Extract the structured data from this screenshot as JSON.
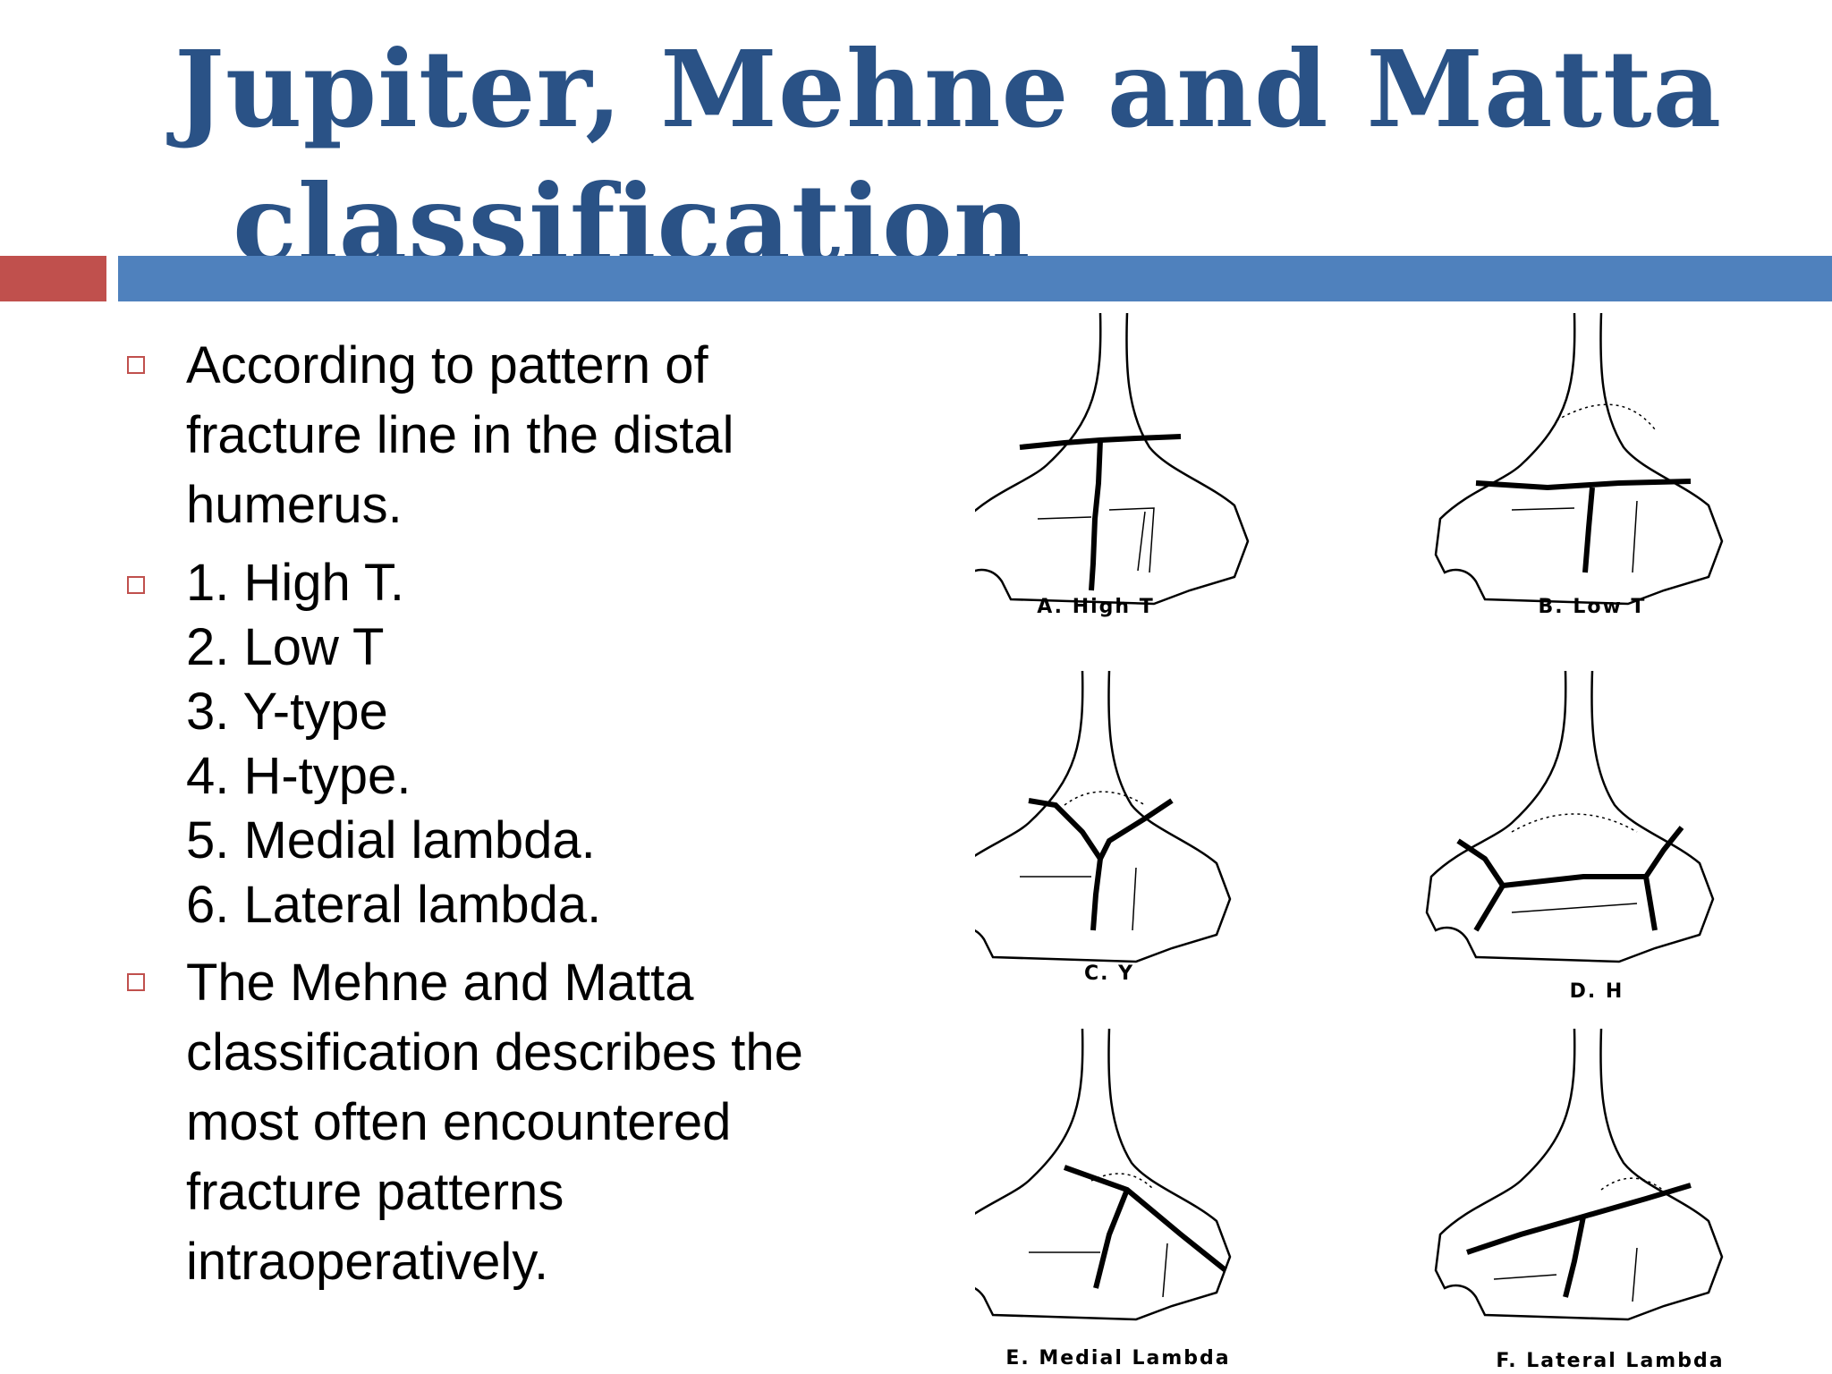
{
  "title": {
    "line1": "Jupiter, Mehne and Matta",
    "line2": "classification"
  },
  "bullets": [
    {
      "text": "According to pattern of fracture line in the distal humerus."
    },
    {
      "lines": [
        "1. High T.",
        "2. Low T",
        "3. Y-type",
        "4. H-type.",
        "5. Medial lambda.",
        "6. Lateral lambda."
      ]
    },
    {
      "text": "The Mehne and Matta classification describes the most often encountered fracture patterns intraoperatively."
    }
  ],
  "figure": {
    "captions": {
      "a": "A. High T",
      "b": "B. Low T",
      "c": "C. Y",
      "d": "D. H",
      "e": "E. Medial Lambda",
      "f": "F. Lateral Lambda"
    }
  },
  "colors": {
    "title": "#2a5286",
    "accent_red": "#c0504d",
    "accent_blue": "#4f81bd"
  }
}
